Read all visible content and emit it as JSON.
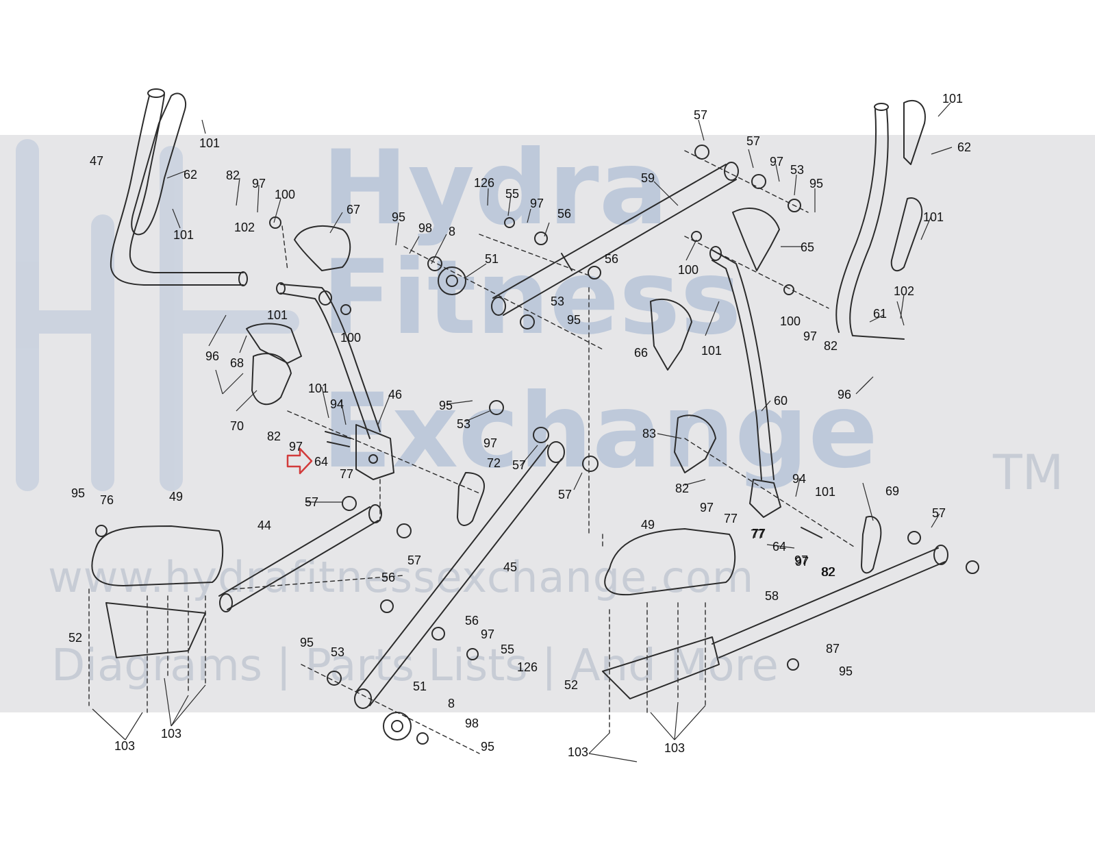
{
  "watermark": {
    "line1": "Hydra",
    "line2": "Fitness",
    "line3": "Exchange",
    "trademark": "TM",
    "url": "www.hydrafitnessexchange.com",
    "tagline": "Diagrams | Parts Lists | And More",
    "colors": {
      "band": "#e6e6e8",
      "logo": "#b8c5d8",
      "text": "#c4cad4"
    }
  },
  "indicator": {
    "part": "64",
    "color": "#d23b3b"
  },
  "callouts": [
    {
      "id": "c1",
      "label": "101"
    },
    {
      "id": "c2",
      "label": "47"
    },
    {
      "id": "c3",
      "label": "62"
    },
    {
      "id": "c4",
      "label": "101"
    },
    {
      "id": "c5",
      "label": "82"
    },
    {
      "id": "c6",
      "label": "97"
    },
    {
      "id": "c7",
      "label": "100"
    },
    {
      "id": "c8",
      "label": "102"
    },
    {
      "id": "c9",
      "label": "67"
    },
    {
      "id": "c10",
      "label": "95"
    },
    {
      "id": "c11",
      "label": "98"
    },
    {
      "id": "c12",
      "label": "8"
    },
    {
      "id": "c13",
      "label": "126"
    },
    {
      "id": "c14",
      "label": "55"
    },
    {
      "id": "c15",
      "label": "97"
    },
    {
      "id": "c16",
      "label": "56"
    },
    {
      "id": "c17",
      "label": "51"
    },
    {
      "id": "c18",
      "label": "59"
    },
    {
      "id": "c19",
      "label": "57"
    },
    {
      "id": "c20",
      "label": "57"
    },
    {
      "id": "c21",
      "label": "97"
    },
    {
      "id": "c22",
      "label": "53"
    },
    {
      "id": "c23",
      "label": "95"
    },
    {
      "id": "c24",
      "label": "101"
    },
    {
      "id": "c25",
      "label": "62"
    },
    {
      "id": "c26",
      "label": "56"
    },
    {
      "id": "c27",
      "label": "53"
    },
    {
      "id": "c28",
      "label": "95"
    },
    {
      "id": "c29",
      "label": "100"
    },
    {
      "id": "c30",
      "label": "65"
    },
    {
      "id": "c31",
      "label": "101"
    },
    {
      "id": "c32",
      "label": "101"
    },
    {
      "id": "c33",
      "label": "100"
    },
    {
      "id": "c34",
      "label": "96"
    },
    {
      "id": "c35",
      "label": "68"
    },
    {
      "id": "c36",
      "label": "100"
    },
    {
      "id": "c37",
      "label": "97"
    },
    {
      "id": "c38",
      "label": "82"
    },
    {
      "id": "c39",
      "label": "66"
    },
    {
      "id": "c40",
      "label": "101"
    },
    {
      "id": "c41",
      "label": "102"
    },
    {
      "id": "c42",
      "label": "61"
    },
    {
      "id": "c43",
      "label": "96"
    },
    {
      "id": "c44",
      "label": "70"
    },
    {
      "id": "c45",
      "label": "101"
    },
    {
      "id": "c46",
      "label": "94"
    },
    {
      "id": "c47",
      "label": "46"
    },
    {
      "id": "c48",
      "label": "95"
    },
    {
      "id": "c49",
      "label": "53"
    },
    {
      "id": "c50",
      "label": "60"
    },
    {
      "id": "c51",
      "label": "82"
    },
    {
      "id": "c52",
      "label": "97"
    },
    {
      "id": "c53",
      "label": "64"
    },
    {
      "id": "c54",
      "label": "77"
    },
    {
      "id": "c55",
      "label": "97"
    },
    {
      "id": "c56",
      "label": "57"
    },
    {
      "id": "c57",
      "label": "72"
    },
    {
      "id": "c58",
      "label": "57"
    },
    {
      "id": "c59",
      "label": "83"
    },
    {
      "id": "c60",
      "label": "82"
    },
    {
      "id": "c61",
      "label": "94"
    },
    {
      "id": "c62",
      "label": "97"
    },
    {
      "id": "c63",
      "label": "77"
    },
    {
      "id": "c64",
      "label": "101"
    },
    {
      "id": "c65",
      "label": "69"
    },
    {
      "id": "c66",
      "label": "57"
    },
    {
      "id": "c67",
      "label": "77"
    },
    {
      "id": "c68",
      "label": "97"
    },
    {
      "id": "c69",
      "label": "82"
    },
    {
      "id": "c70",
      "label": "95"
    },
    {
      "id": "c71",
      "label": "76"
    },
    {
      "id": "c72",
      "label": "49"
    },
    {
      "id": "c73",
      "label": "44"
    },
    {
      "id": "c74",
      "label": "57"
    },
    {
      "id": "c75",
      "label": "57"
    },
    {
      "id": "c76",
      "label": "49"
    },
    {
      "id": "c77",
      "label": "77"
    },
    {
      "id": "c78",
      "label": "64"
    },
    {
      "id": "c79",
      "label": "97"
    },
    {
      "id": "c80",
      "label": "82"
    },
    {
      "id": "c81",
      "label": "45"
    },
    {
      "id": "c82",
      "label": "56"
    },
    {
      "id": "c83",
      "label": "58"
    },
    {
      "id": "c84",
      "label": "56"
    },
    {
      "id": "c85",
      "label": "97"
    },
    {
      "id": "c86",
      "label": "87"
    },
    {
      "id": "c87",
      "label": "52"
    },
    {
      "id": "c88",
      "label": "95"
    },
    {
      "id": "c89",
      "label": "53"
    },
    {
      "id": "c90",
      "label": "55"
    },
    {
      "id": "c91",
      "label": "126"
    },
    {
      "id": "c92",
      "label": "95"
    },
    {
      "id": "c93",
      "label": "51"
    },
    {
      "id": "c94",
      "label": "8"
    },
    {
      "id": "c95",
      "label": "52"
    },
    {
      "id": "c96",
      "label": "98"
    },
    {
      "id": "c97",
      "label": "95"
    },
    {
      "id": "c98",
      "label": "103"
    },
    {
      "id": "c99",
      "label": "103"
    },
    {
      "id": "c100",
      "label": "103"
    },
    {
      "id": "c101",
      "label": "103"
    }
  ]
}
